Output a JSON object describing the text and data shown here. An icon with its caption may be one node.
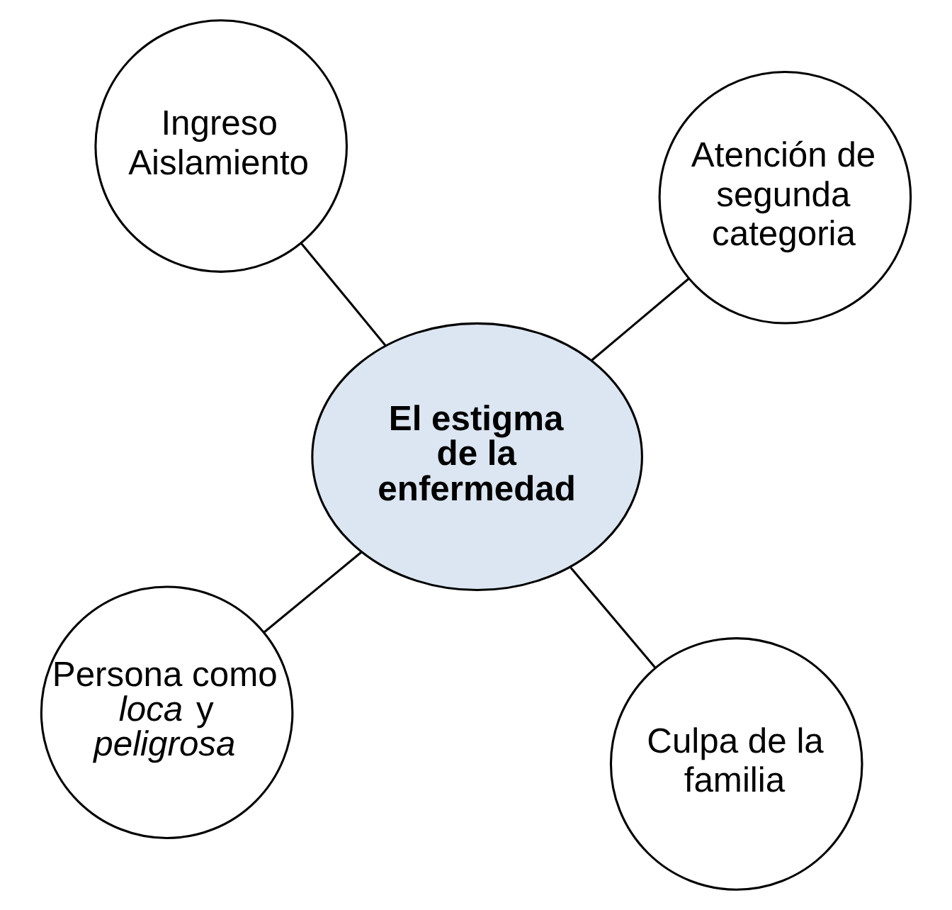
{
  "diagram": {
    "nodes": [
      {
        "text": [
          "Persona como *loca* y *peligrosa*"
        ]
      },
      {
        "text": [
          "Culpa de la familia"
        ]
      },
      {
        "text": [
          "El estigma de la enfermedad"
        ]
      },
      {
        "text": [
          "Ingreso Aislamiento"
        ]
      },
      {
        "text": [
          "Atención de segunda categoria"
        ]
      }
    ],
    "edges": [
      {
        "from": 2,
        "to": 0,
        "arrow": "none"
      },
      {
        "from": 2,
        "to": 1,
        "arrow": "none"
      },
      {
        "from": 2,
        "to": 3,
        "arrow": "none"
      },
      {
        "from": 2,
        "to": 4,
        "arrow": "none"
      }
    ]
  }
}
